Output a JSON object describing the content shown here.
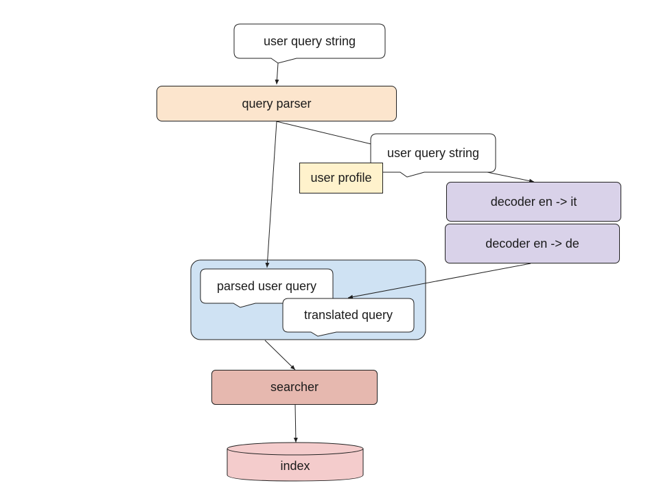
{
  "nodes": {
    "user_query_top": "user query string",
    "query_parser": "query parser",
    "user_query_mid": "user query string",
    "user_profile": "user profile",
    "decoder_it": "decoder en -> it",
    "decoder_de": "decoder en -> de",
    "parsed_user_query": "parsed user query",
    "translated_query": "translated query",
    "searcher": "searcher",
    "index": "index"
  },
  "colors": {
    "query_parser": "#fce5cd",
    "user_profile": "#fff2cc",
    "decoder": "#d9d2e9",
    "group_container": "#cfe2f3",
    "searcher": "#e6b8af",
    "index": "#f4cccc",
    "callout": "#ffffff",
    "stroke": "#1f1f1f"
  }
}
